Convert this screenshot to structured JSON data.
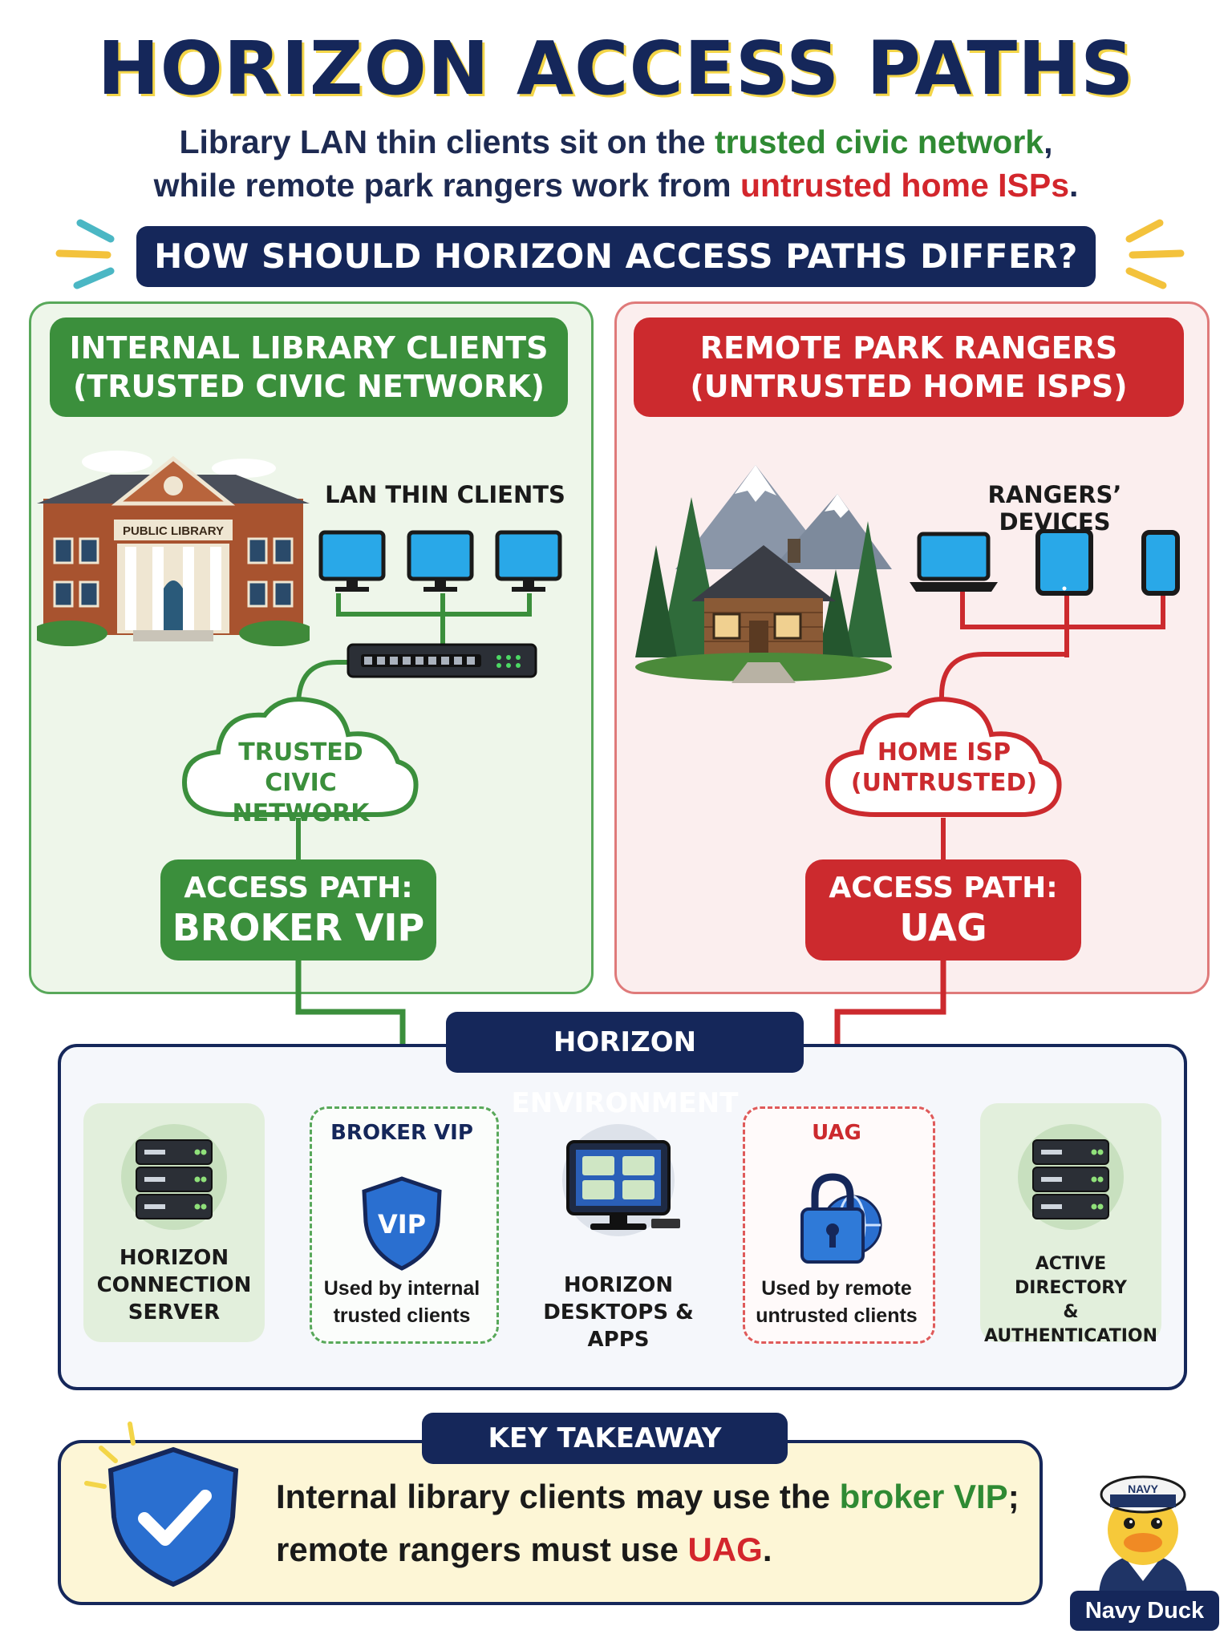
{
  "title": "HORIZON ACCESS PATHS",
  "subtitle": {
    "line1_a": "Library LAN thin clients sit on the ",
    "line1_b": "trusted civic network",
    "line1_c": ",",
    "line2_a": "while remote park rangers work from ",
    "line2_b": "untrusted home ISPs",
    "line2_c": "."
  },
  "question": "HOW SHOULD HORIZON ACCESS PATHS DIFFER?",
  "internal": {
    "header_line1": "INTERNAL LIBRARY CLIENTS",
    "header_line2": "(TRUSTED CIVIC NETWORK)",
    "building_sign": "PUBLIC LIBRARY",
    "devices_label": "LAN THIN CLIENTS",
    "cloud_line1": "TRUSTED",
    "cloud_line2": "CIVIC NETWORK",
    "access_line1": "ACCESS PATH:",
    "access_line2": "BROKER VIP"
  },
  "remote": {
    "header_line1": "REMOTE PARK RANGERS",
    "header_line2": "(UNTRUSTED HOME ISPS)",
    "devices_label": "RANGERS’ DEVICES",
    "cloud_line1": "HOME ISP",
    "cloud_line2": "(UNTRUSTED)",
    "access_line1": "ACCESS PATH:",
    "access_line2": "UAG"
  },
  "environment": {
    "label": "HORIZON ENVIRONMENT",
    "connection_server_line1": "HORIZON",
    "connection_server_line2": "CONNECTION",
    "connection_server_line3": "SERVER",
    "broker_title": "BROKER VIP",
    "vip_badge": "VIP",
    "broker_desc_line1": "Used by internal",
    "broker_desc_line2": "trusted clients",
    "desktops_line1": "HORIZON",
    "desktops_line2": "DESKTOPS & APPS",
    "uag_title": "UAG",
    "uag_desc_line1": "Used by remote",
    "uag_desc_line2": "untrusted clients",
    "ad_line1": "ACTIVE DIRECTORY",
    "ad_line2": "& AUTHENTICATION"
  },
  "takeaway": {
    "label": "KEY TAKEAWAY",
    "line1_a": "Internal library clients may use the ",
    "line1_b": "broker VIP",
    "line1_c": ";",
    "line2_a": "remote rangers must use ",
    "line2_b": "UAG",
    "line2_c": "."
  },
  "mascot": {
    "cap_text": "NAVY",
    "label": "Navy Duck"
  },
  "colors": {
    "navy": "#15275a",
    "green": "#3b8f3c",
    "red": "#cc2a2e",
    "yellow": "#f3d548"
  }
}
